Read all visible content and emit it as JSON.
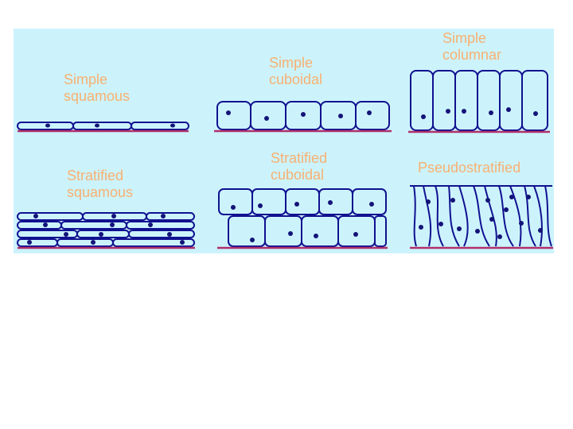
{
  "colors": {
    "background": "#ccf3fc",
    "label": "#f8b070",
    "cell_outline": "#111190",
    "nucleus": "#141478",
    "basement_membrane": "#b0306a"
  },
  "diagrams": [
    {
      "id": "simple-squamous",
      "label_line1": "Simple",
      "label_line2": "squamous"
    },
    {
      "id": "simple-cuboidal",
      "label_line1": "Simple",
      "label_line2": "cuboidal"
    },
    {
      "id": "simple-columnar",
      "label_line1": "Simple",
      "label_line2": "columnar"
    },
    {
      "id": "stratified-squamous",
      "label_line1": "Stratified",
      "label_line2": "squamous"
    },
    {
      "id": "stratified-cuboidal",
      "label_line1": "Stratified",
      "label_line2": "cuboidal"
    },
    {
      "id": "pseudostratified",
      "label_line1": "Pseudostratified",
      "label_line2": ""
    }
  ]
}
